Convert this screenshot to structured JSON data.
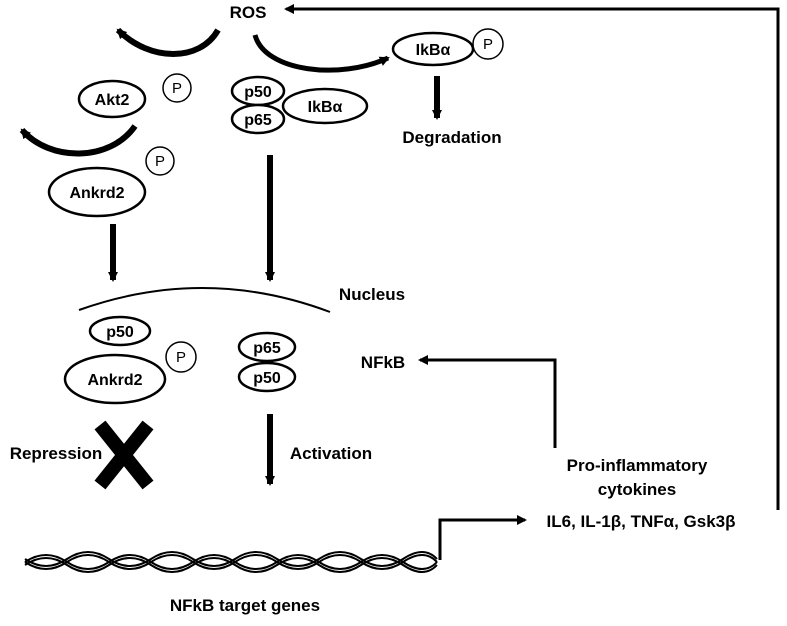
{
  "nodes": {
    "ros": "ROS",
    "akt2": "Akt2",
    "ankrd2_top": "Ankrd2",
    "ikba_complex": "IkBα",
    "p50_top": "p50",
    "p65_top": "p65",
    "ikba_free": "IkBα",
    "degradation": "Degradation",
    "nucleus": "Nucleus",
    "p50_bottom_left": "p50",
    "ankrd2_bottom": "Ankrd2",
    "p65_bottom": "p65",
    "p50_bottom_right": "p50",
    "nfkb": "NFkB",
    "repression": "Repression",
    "activation": "Activation",
    "cytokines_line1": "Pro-inflammatory",
    "cytokines_line2": "cytokines",
    "cytokines_line3": "IL6, IL-1β, TNFα, Gsk3β",
    "target_genes": "NFkB target genes"
  },
  "phospho_label": "P"
}
